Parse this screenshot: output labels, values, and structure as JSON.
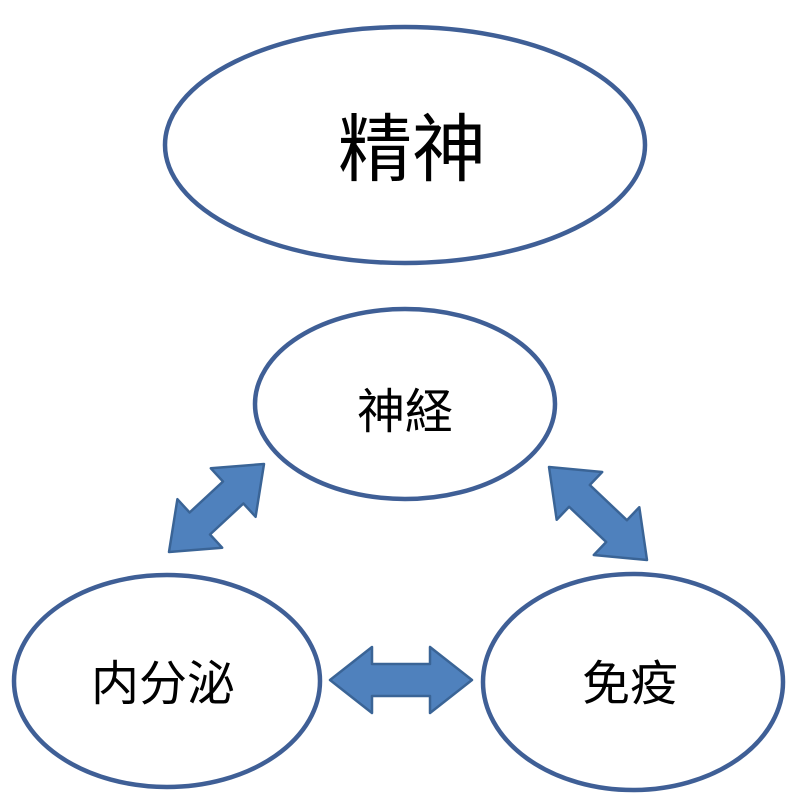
{
  "colors": {
    "outline": "#3f5f96",
    "arrow_fill": "#4f81bd",
    "arrow_stroke": "#3a6496",
    "text": "#000000",
    "background": "#ffffff"
  },
  "nodes": {
    "spirit": {
      "label": "精神"
    },
    "nerve": {
      "label": "神経"
    },
    "endocrine": {
      "label": "内分泌"
    },
    "immune": {
      "label": "免疫"
    }
  },
  "connections": [
    {
      "from": "nerve",
      "to": "endocrine",
      "type": "bidirectional-arrow"
    },
    {
      "from": "nerve",
      "to": "immune",
      "type": "bidirectional-arrow"
    },
    {
      "from": "endocrine",
      "to": "immune",
      "type": "bidirectional-arrow"
    }
  ]
}
